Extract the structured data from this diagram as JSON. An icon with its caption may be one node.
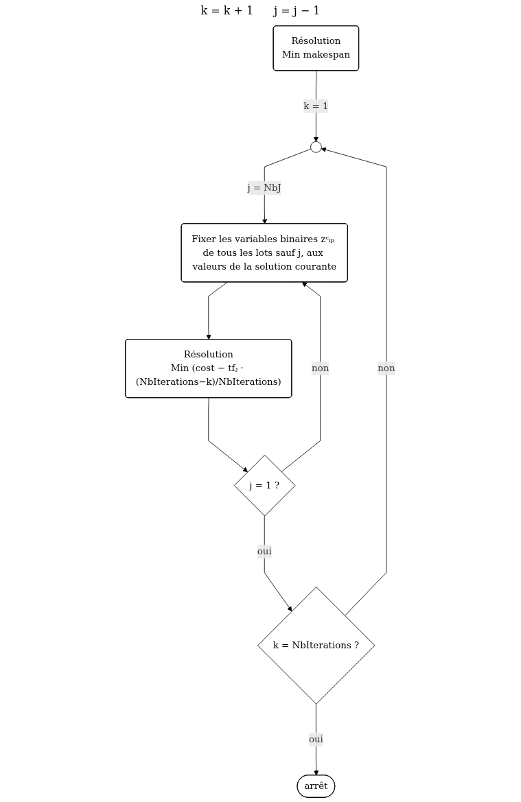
{
  "diagram": {
    "nodes": [
      {
        "text": [
          "Résolution",
          "Min makespan"
        ]
      },
      {
        "text": [],
        "shape": "circle"
      },
      {
        "text": [
          "Fixer les variables binaires zᶜᵢₚ de tous les lots sauf j, aux valeurs de la solution courante"
        ]
      },
      {
        "text": [
          "Résolution",
          "Min (cost − tfⱼ · (NbIterations−k)/NbIterations)"
        ]
      },
      {
        "text": [
          "j = 1 ?"
        ]
      },
      {
        "text": [
          "k = NbIterations ?"
        ]
      },
      {
        "text": [
          "arrêt"
        ]
      }
    ],
    "edges": [
      {
        "from": 0,
        "to": 1,
        "arrow": "to",
        "label": "k = 1"
      },
      {
        "from": 1,
        "to": 2,
        "arrow": "to",
        "label": "j = NbJ"
      },
      {
        "from": 2,
        "to": 3,
        "arrow": "to"
      },
      {
        "from": 3,
        "to": 4,
        "arrow": "to"
      },
      {
        "from": 4,
        "to": 2,
        "arrow": "to",
        "label": "non"
      },
      {
        "from": 4,
        "to": 5,
        "arrow": "to",
        "label": "oui"
      },
      {
        "from": 5,
        "to": 1,
        "arrow": "to",
        "label": "non"
      },
      {
        "from": 5,
        "to": 6,
        "arrow": "to",
        "label": "oui"
      }
    ],
    "labels": [
      "k = k + 1",
      "j = j − 1"
    ]
  }
}
